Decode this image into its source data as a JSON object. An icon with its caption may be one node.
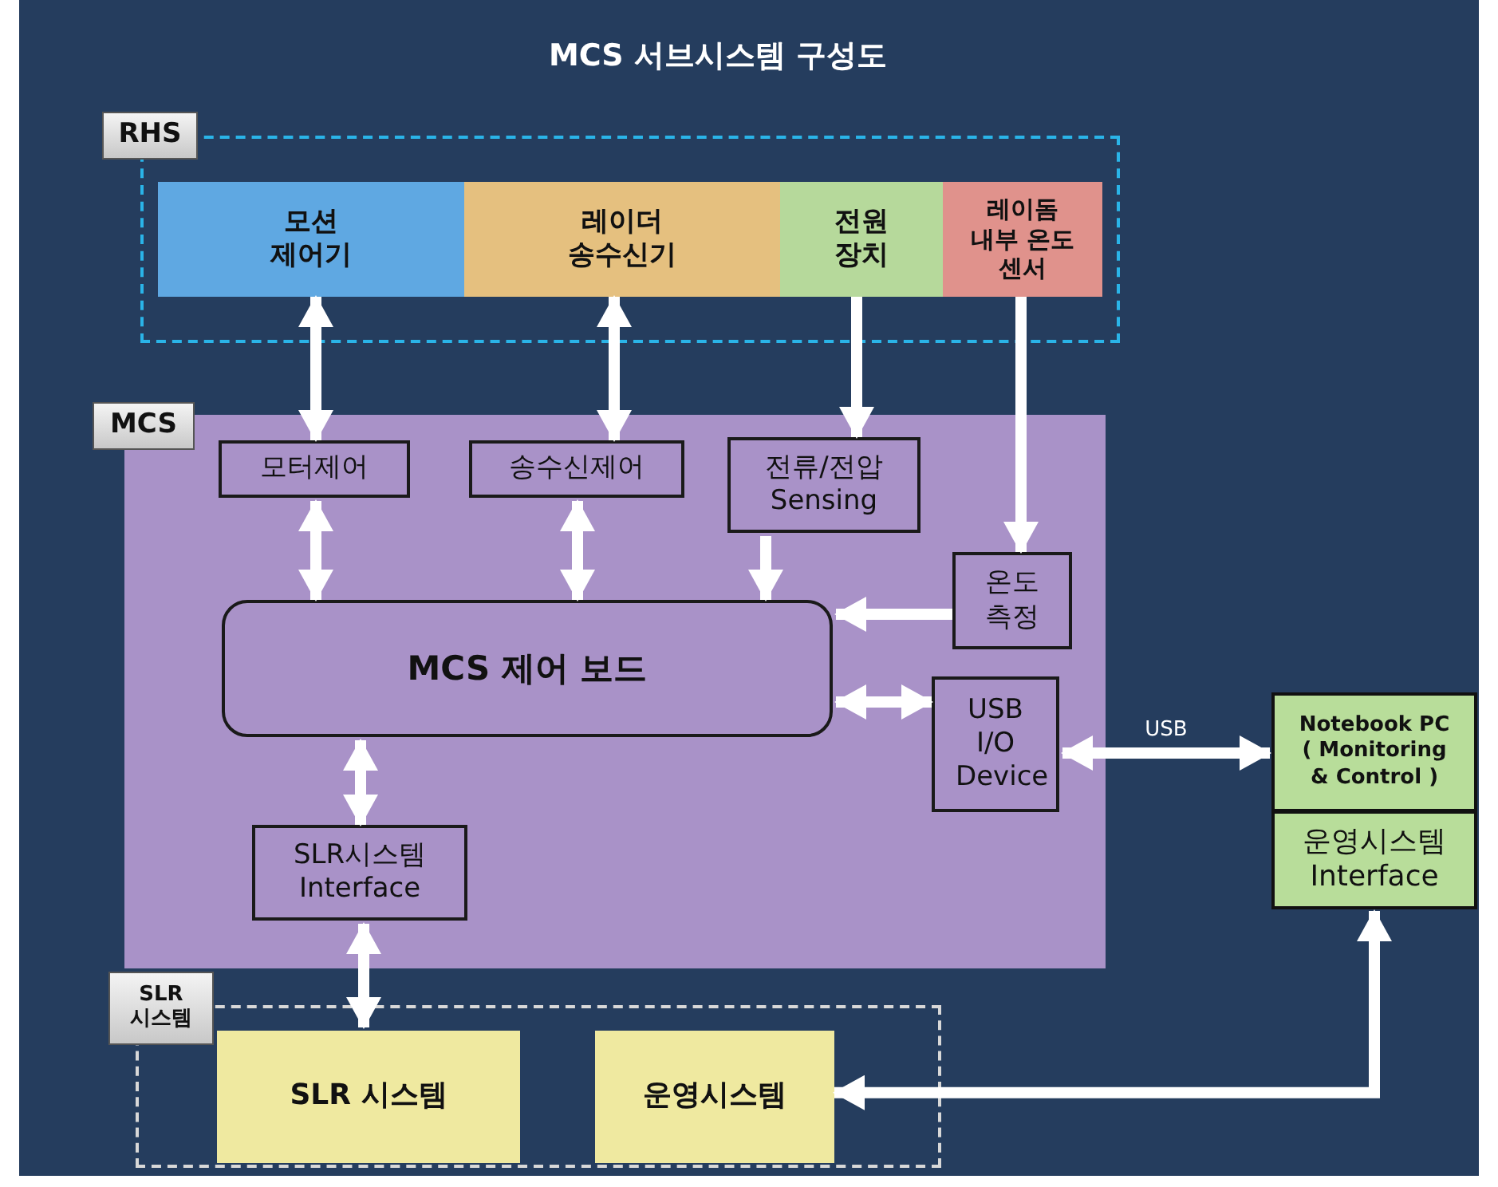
{
  "diagram": {
    "title": "MCS 서브시스템 구성도",
    "nodes": [
      {
        "text": [
          "RHS"
        ]
      },
      {
        "text": [
          "모션 제어기"
        ],
        "in": 0
      },
      {
        "text": [
          "레이더 송수신기"
        ],
        "in": 0
      },
      {
        "text": [
          "전원 장치"
        ],
        "in": 0
      },
      {
        "text": [
          "레이돔 내부 온도 센서"
        ],
        "in": 0
      },
      {
        "text": [
          "MCS"
        ]
      },
      {
        "text": [
          "모터제어"
        ],
        "in": 5
      },
      {
        "text": [
          "송수신제어"
        ],
        "in": 5
      },
      {
        "text": [
          "전류/전압 Sensing"
        ],
        "in": 5
      },
      {
        "text": [
          "온도 측정"
        ],
        "in": 5
      },
      {
        "text": [
          "MCS 제어 보드"
        ],
        "in": 5
      },
      {
        "text": [
          "USB I/O Device"
        ],
        "in": 5
      },
      {
        "text": [
          "SLR시스템 Interface"
        ],
        "in": 5
      },
      {
        "text": [
          "SLR 시스템"
        ]
      },
      {
        "text": [
          "SLR 시스템"
        ],
        "in": 13
      },
      {
        "text": [
          "운영시스템"
        ],
        "in": 13
      },
      {
        "text": [
          "Notebook PC ( Monitoring & Control )"
        ]
      },
      {
        "text": [
          "운영시스템 Interface"
        ]
      }
    ],
    "edges": [
      {
        "from": 1,
        "to": 6,
        "arrow": "both"
      },
      {
        "from": 2,
        "to": 7,
        "arrow": "both"
      },
      {
        "from": 3,
        "to": 8,
        "arrow": "to"
      },
      {
        "from": 4,
        "to": 9,
        "arrow": "to"
      },
      {
        "from": 6,
        "to": 10,
        "arrow": "both"
      },
      {
        "from": 7,
        "to": 10,
        "arrow": "both"
      },
      {
        "from": 8,
        "to": 10,
        "arrow": "to"
      },
      {
        "from": 9,
        "to": 10,
        "arrow": "to"
      },
      {
        "from": 10,
        "to": 11,
        "arrow": "both"
      },
      {
        "from": 11,
        "to": 16,
        "arrow": "both",
        "label": "USB"
      },
      {
        "from": 10,
        "to": 12,
        "arrow": "both"
      },
      {
        "from": 12,
        "to": 14,
        "arrow": "both"
      },
      {
        "from": 15,
        "to": 17,
        "arrow": "both"
      }
    ]
  }
}
